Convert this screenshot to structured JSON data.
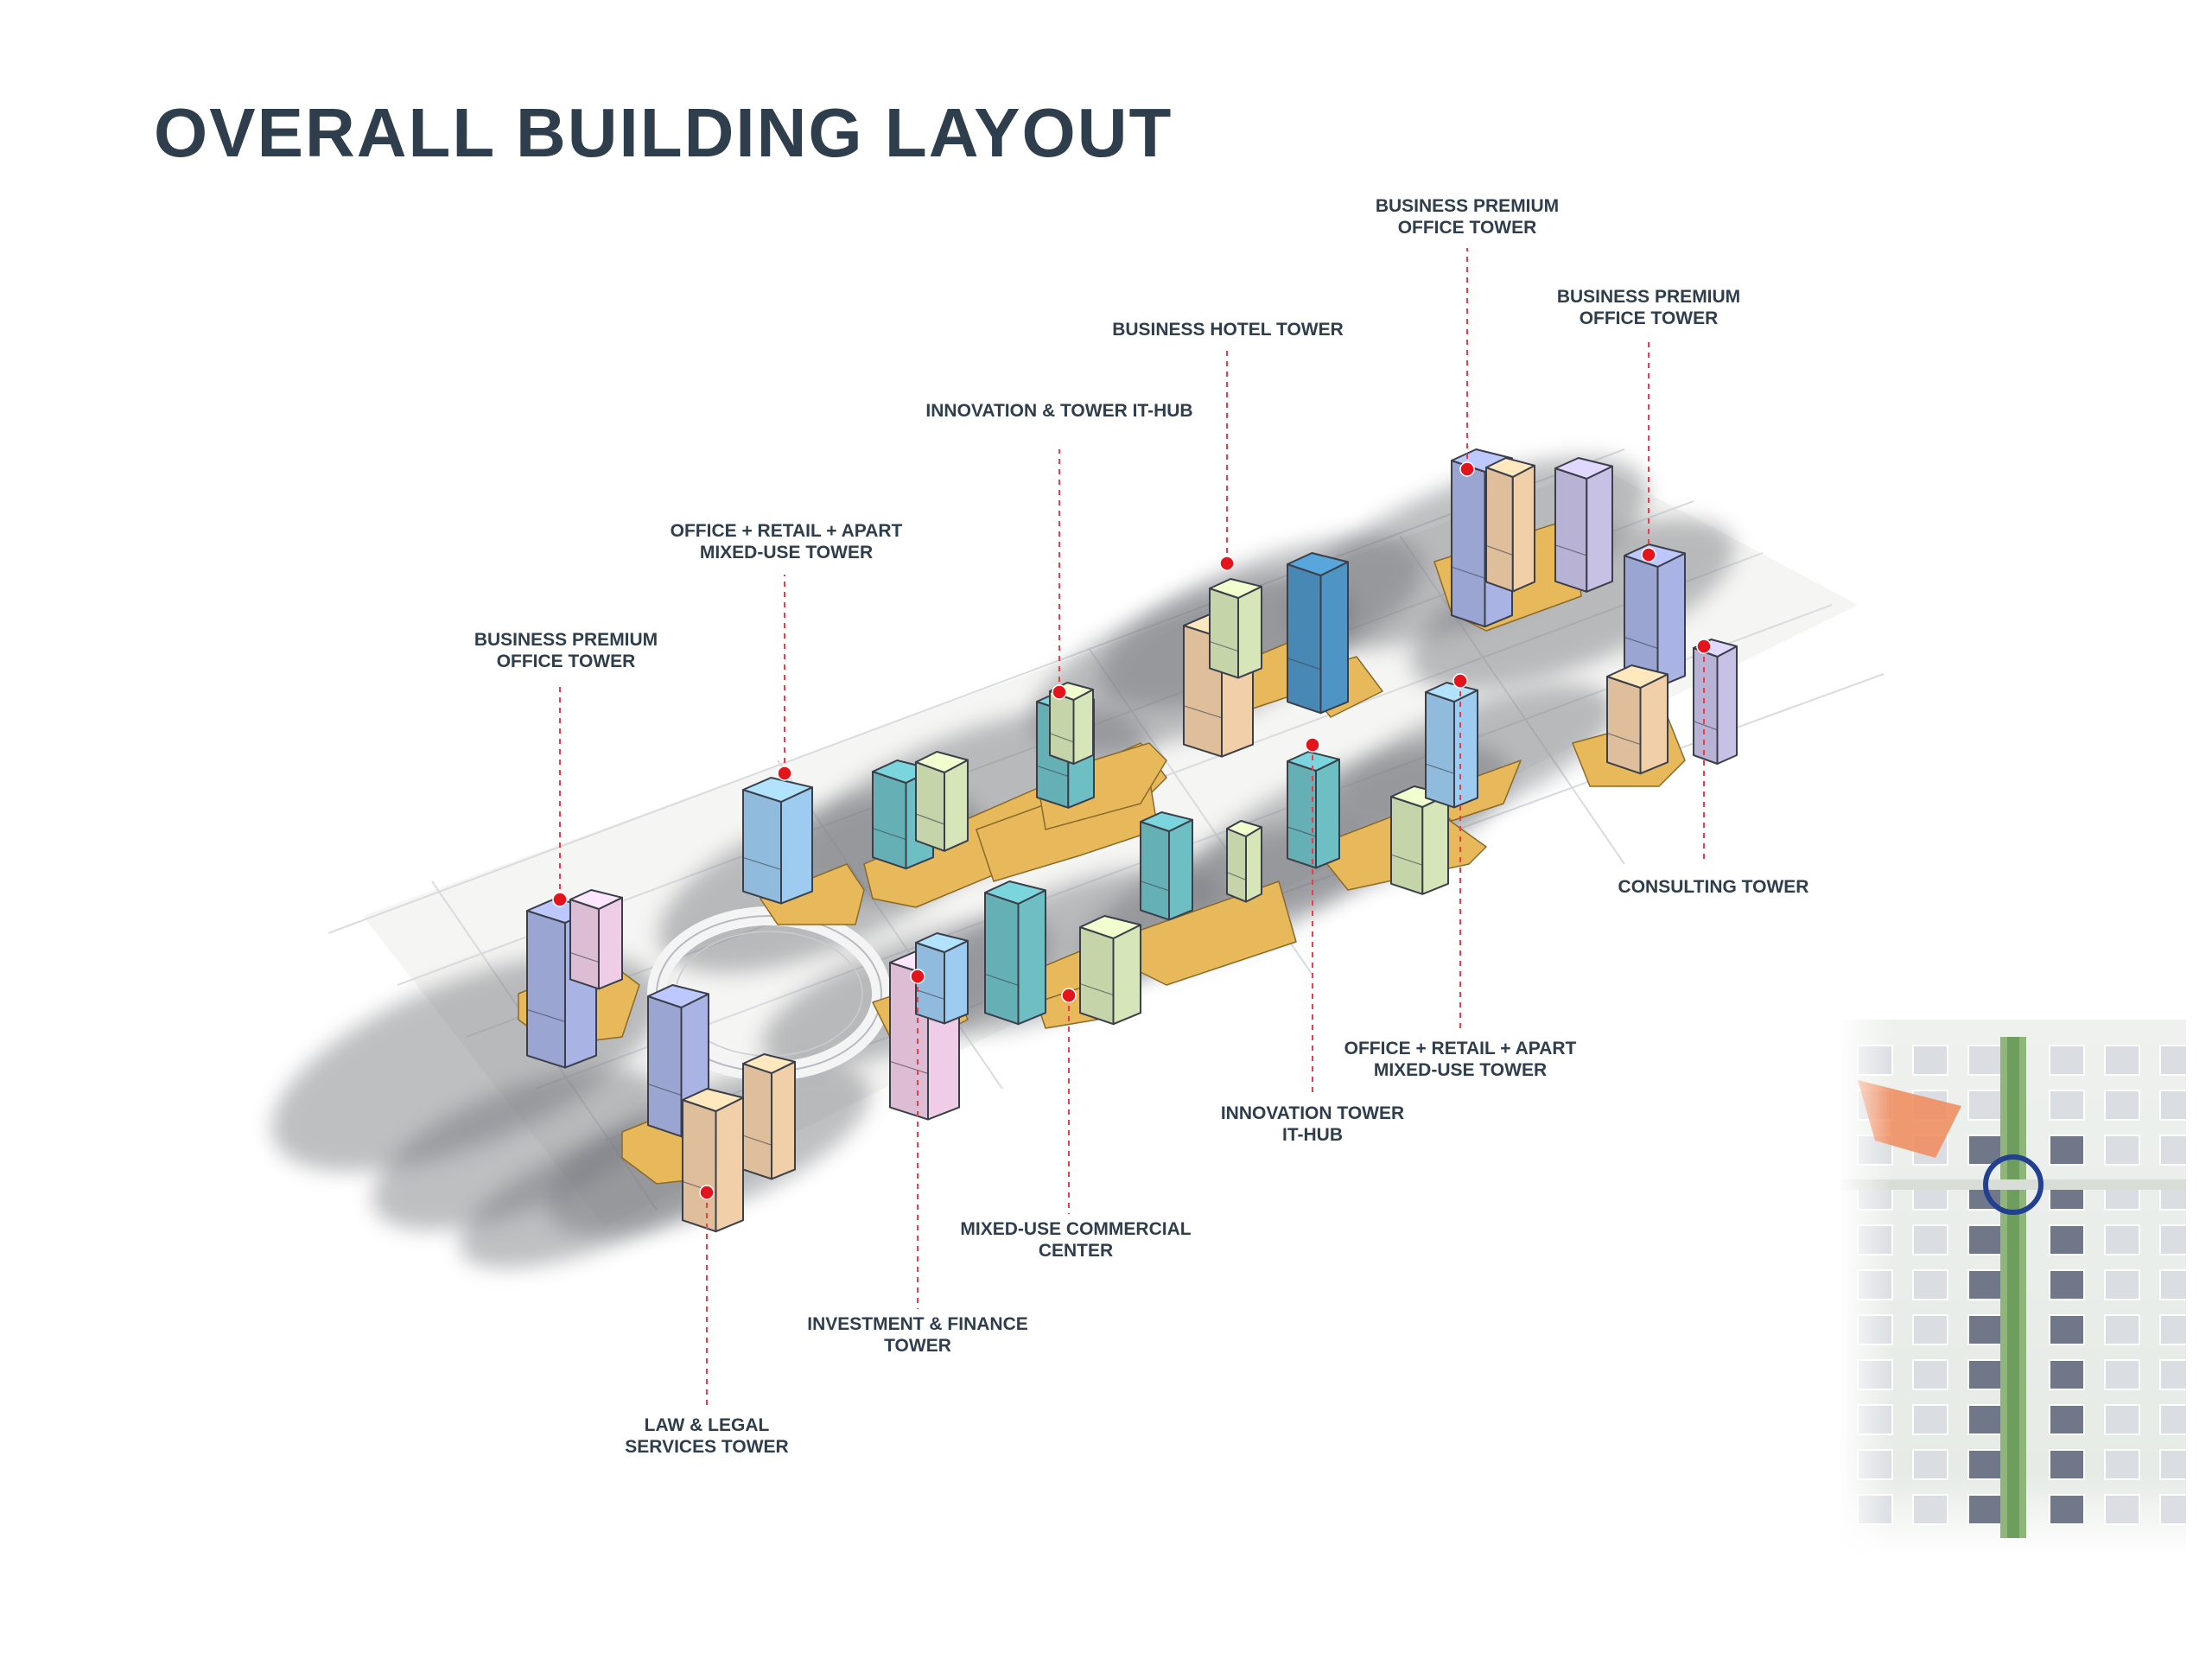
{
  "title": "OVERALL BUILDING LAYOUT",
  "colors": {
    "podium": "#e8b95a",
    "lavender_blue": "#a9b3e4",
    "sky_blue": "#9ecbf0",
    "teal": "#6dbfc4",
    "steel_blue": "#4e94c4",
    "pale_green": "#d7e6b8",
    "peach": "#f1cfa9",
    "pink": "#efcde6",
    "lilac": "#c8c1e6",
    "marker_red": "#e3141b",
    "leader_red": "#e8404a",
    "text": "#2f3e4c"
  },
  "labels": {
    "bp_office_1": [
      "BUSINESS PREMIUM",
      "OFFICE TOWER"
    ],
    "mixed_use_1": [
      "OFFICE + RETAIL + APART",
      "MIXED-USE TOWER"
    ],
    "innovation_1": [
      "INNOVATION &  TOWER IT-HUB"
    ],
    "business_hotel": [
      "BUSINESS HOTEL TOWER"
    ],
    "bp_office_2": [
      "BUSINESS PREMIUM",
      "OFFICE TOWER"
    ],
    "bp_office_3": [
      "BUSINESS PREMIUM",
      "OFFICE TOWER"
    ],
    "consulting": [
      "CONSULTING TOWER"
    ],
    "mixed_use_2": [
      "OFFICE + RETAIL + APART",
      "MIXED-USE TOWER"
    ],
    "innovation_2": [
      "INNOVATION  TOWER",
      "IT-HUB"
    ],
    "mixed_commercial": [
      "MIXED-USE COMMERCIAL",
      "CENTER"
    ],
    "investment": [
      "INVESTMENT & FINANCE",
      "TOWER"
    ],
    "law": [
      "LAW & LEGAL",
      "SERVICES TOWER"
    ]
  }
}
